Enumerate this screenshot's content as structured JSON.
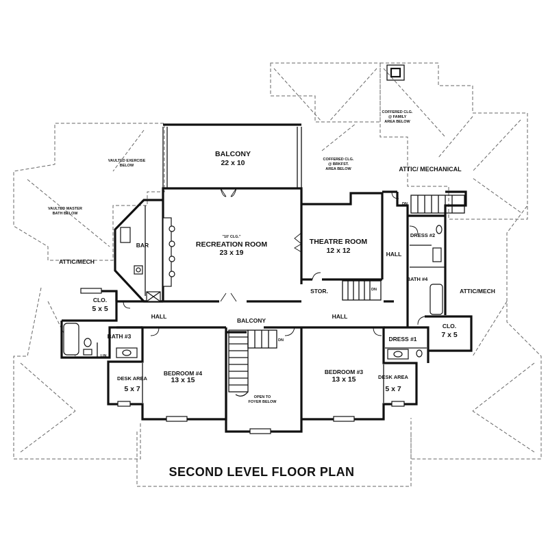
{
  "plan_title": "SECOND LEVEL FLOOR PLAN",
  "rooms": {
    "balcony_top": {
      "name": "BALCONY",
      "size": "22 x 10"
    },
    "recreation": {
      "note": "\"10' CLG.\"",
      "name": "RECREATION ROOM",
      "size": "23 x 19"
    },
    "theatre": {
      "name": "THEATRE ROOM",
      "size": "12 x 12"
    },
    "bedroom4": {
      "name": "BEDROOM #4",
      "size": "13 x 15"
    },
    "bedroom3": {
      "name": "BEDROOM #3",
      "size": "13 x 15"
    },
    "closet_left": {
      "name": "CLO.",
      "size": "5 x 5"
    },
    "closet_right": {
      "name": "CLO.",
      "size": "7 x 5"
    },
    "desk_left": {
      "name": "DESK AREA",
      "size": "5 x 7"
    },
    "desk_right": {
      "name": "DESK AREA",
      "size": "5 x 7"
    },
    "bar": "BAR",
    "bath3": "BATH #3",
    "bath4": "BATH #4",
    "dress1": "DRESS #1",
    "dress2": "DRESS #2",
    "stor": "STOR.",
    "hall_left": "HALL",
    "hall_right": "HALL",
    "hall_vertical": "HALL",
    "balcony_hall": "BALCONY",
    "lin": "LIN",
    "attic_mech_left": "ATTIC/MECH",
    "attic_mech_right": "ATTIC/MECH",
    "attic_mechanical": "ATTIC/ MECHANICAL"
  },
  "notes": {
    "vaulted_exercise": "VAULTED EXERCISE BELOW",
    "vaulted_master": "VAULTED MASTER BATH BELOW",
    "coffered_family": "COFFERED CLG. @ FAMILY AREA BELOW",
    "coffered_brkfst": "COFFERED CLG. @ BRKFST. AREA BELOW",
    "open_foyer": "OPEN TO FOYER BELOW",
    "dn_main": "DN",
    "dn_theatre": "DN",
    "dn_attic": "DN"
  }
}
